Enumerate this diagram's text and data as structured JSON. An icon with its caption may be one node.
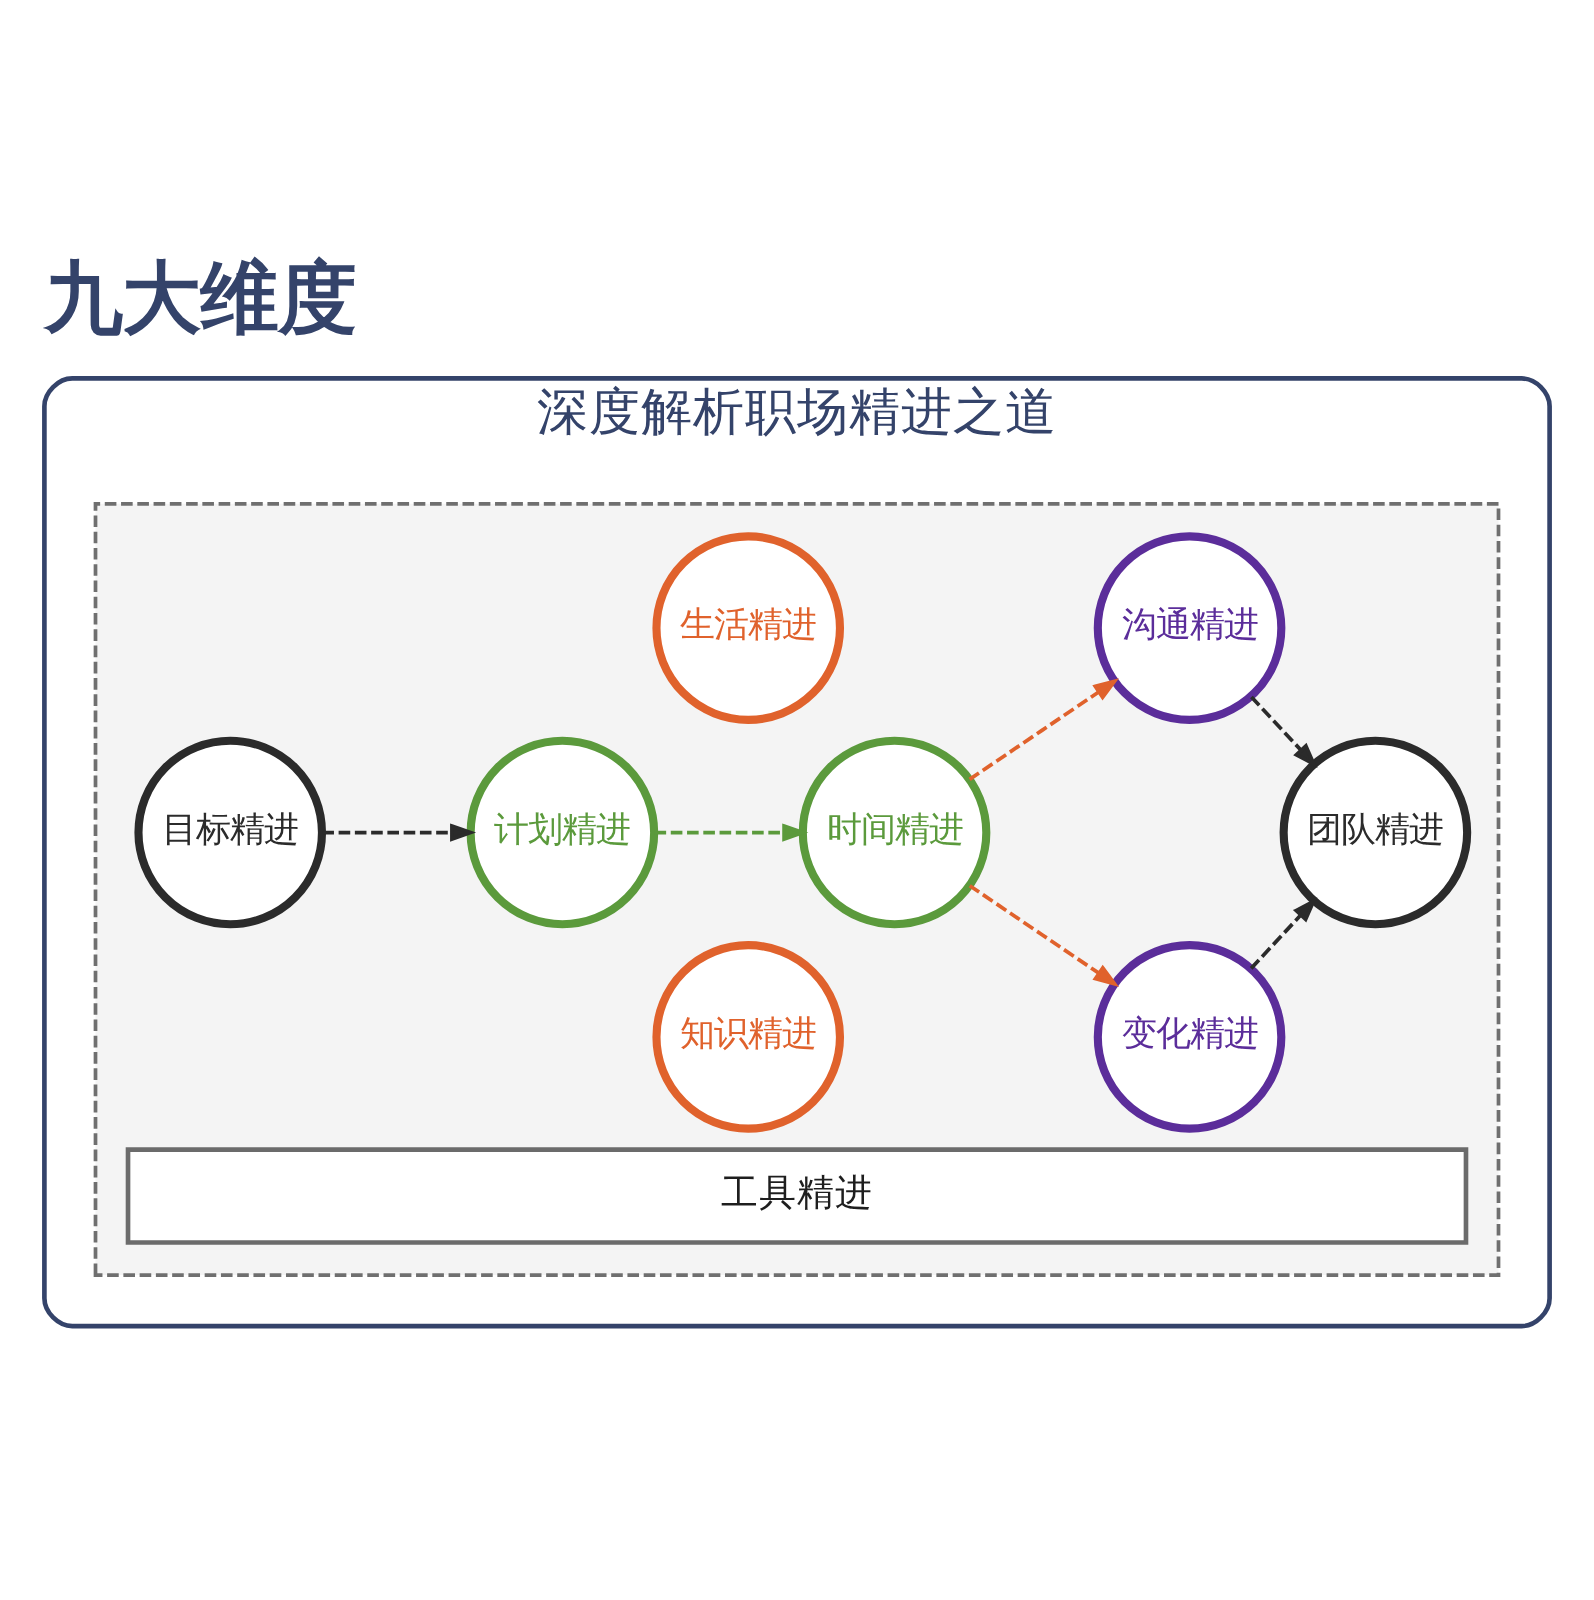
{
  "diagram": {
    "title": "九大维度",
    "nodes": [
      {
        "text": [
          "深度解析职场精进之道"
        ]
      },
      {
        "text": [],
        "shape": "box",
        "in": 0
      },
      {
        "text": [
          "目标精进"
        ],
        "in": 1
      },
      {
        "text": [
          "生活精进"
        ],
        "in": 1
      },
      {
        "text": [
          "计划精进"
        ],
        "in": 1
      },
      {
        "text": [
          "知识精进"
        ],
        "in": 1
      },
      {
        "text": [
          "时间精进"
        ],
        "in": 1
      },
      {
        "text": [
          "沟通精进"
        ],
        "in": 1
      },
      {
        "text": [
          "变化精进"
        ],
        "in": 1
      },
      {
        "text": [
          "团队精进"
        ],
        "in": 1
      },
      {
        "text": [
          "工具精进"
        ],
        "in": 1
      }
    ],
    "edges": [
      {
        "from": 2,
        "to": 4,
        "arrow": "to",
        "style": "dashed"
      },
      {
        "from": 4,
        "to": 6,
        "arrow": "to",
        "style": "dashed",
        "color": "#5b9a3c"
      },
      {
        "from": 6,
        "to": 7,
        "arrow": "to",
        "style": "dashed",
        "color": "#e0622c"
      },
      {
        "from": 6,
        "to": 8,
        "arrow": "to",
        "style": "dashed",
        "color": "#e0622c"
      },
      {
        "from": 7,
        "to": 9,
        "arrow": "to",
        "style": "dashed"
      },
      {
        "from": 8,
        "to": 9,
        "arrow": "to",
        "style": "dashed"
      }
    ]
  }
}
